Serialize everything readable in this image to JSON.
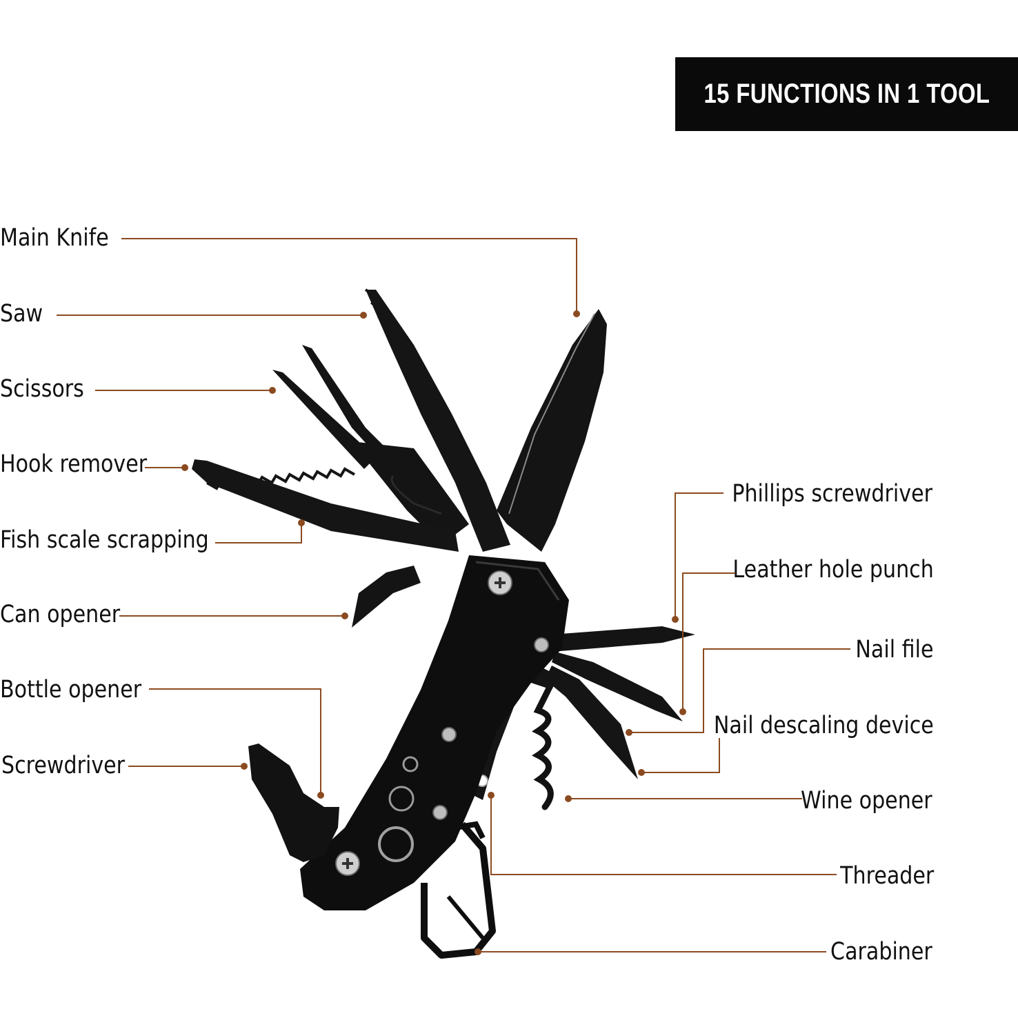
{
  "banner": {
    "title": "15 FUNCTIONS IN 1 TOOL"
  },
  "colors": {
    "leader_line": "#8B4A1F",
    "tool_body": "#111111",
    "banner_bg": "#0a0a0a",
    "banner_text": "#ffffff"
  },
  "functions": {
    "left": [
      "Main Knife",
      "Saw",
      "Scissors",
      "Hook remover",
      "Fish scale scrapping",
      "Can opener",
      "Bottle opener",
      "Screwdriver"
    ],
    "right": [
      "Phillips screwdriver",
      "Leather hole punch",
      "Nail file",
      "Nail descaling device",
      "Wine opener",
      "Threader",
      "Carabiner"
    ]
  },
  "image": {
    "subject": "multi-tool-image"
  }
}
